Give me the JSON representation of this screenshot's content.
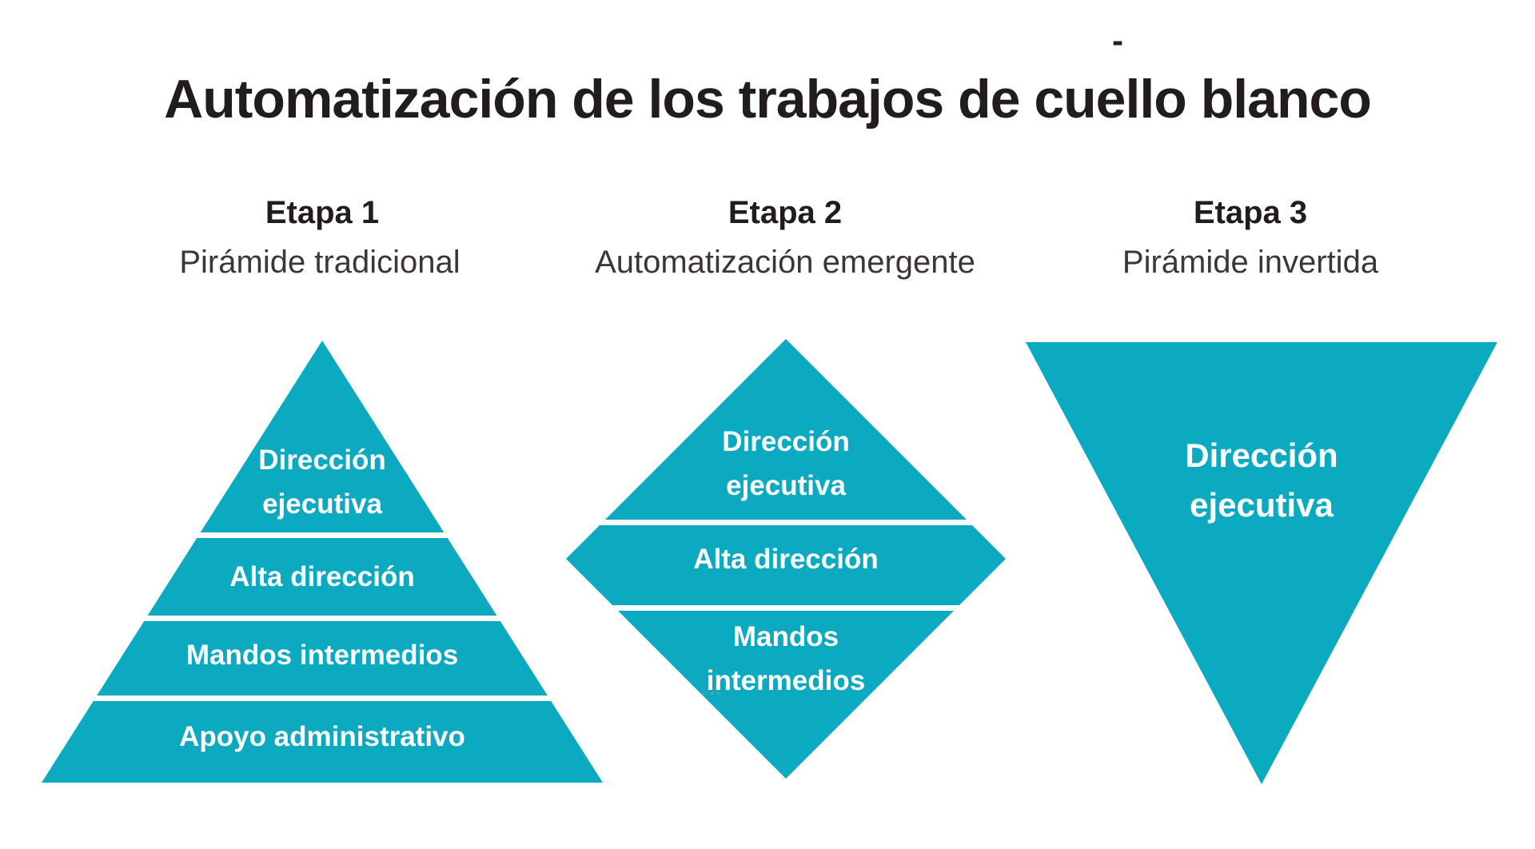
{
  "title": "Automatización de los trabajos de cuello blanco",
  "artifacts": {
    "title_dash": "-"
  },
  "colors": {
    "teal": "#0caac0",
    "heading": "#231c1e",
    "subtitle": "#3d3537",
    "label": "#ffffff"
  },
  "stages": [
    {
      "heading": "Etapa 1",
      "subtitle": "Pirámide tradicional",
      "shape": "pyramid",
      "levels": [
        {
          "label": "Dirección ejecutiva",
          "lines": [
            "Dirección",
            "ejecutiva"
          ]
        },
        {
          "label": "Alta dirección",
          "lines": [
            "Alta dirección"
          ]
        },
        {
          "label": "Mandos intermedios",
          "lines": [
            "Mandos intermedios"
          ]
        },
        {
          "label": "Apoyo administrativo",
          "lines": [
            "Apoyo administrativo"
          ]
        }
      ]
    },
    {
      "heading": "Etapa 2",
      "subtitle": "Automatización emergente",
      "shape": "diamond",
      "levels": [
        {
          "label": "Dirección ejecutiva",
          "lines": [
            "Dirección",
            "ejecutiva"
          ]
        },
        {
          "label": "Alta dirección",
          "lines": [
            "Alta dirección"
          ]
        },
        {
          "label": "Mandos intermedios",
          "lines": [
            "Mandos",
            "intermedios"
          ]
        }
      ]
    },
    {
      "heading": "Etapa 3",
      "subtitle": "Pirámide invertida",
      "shape": "inverted-pyramid",
      "levels": [
        {
          "label": "Dirección ejecutiva",
          "lines": [
            "Dirección",
            "ejecutiva"
          ]
        }
      ]
    }
  ]
}
